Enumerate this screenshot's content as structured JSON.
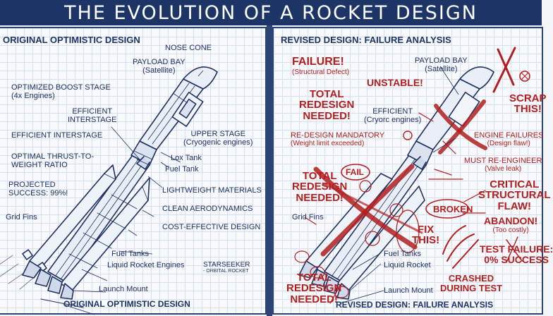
{
  "banner": {
    "title": "THE EVOLUTION OF A ROCKET DESIGN"
  },
  "left": {
    "header": "ORIGINAL OPTIMISTIC DESIGN",
    "footer": "ORIGINAL OPTIMISTIC DESIGN",
    "labels": {
      "nose_cone": "NOSE CONE",
      "payload_bay": "PAYLOAD BAY",
      "payload_bay_sub": "(Satellite)",
      "boost_stage": "OPTIMIZED BOOST STAGE",
      "boost_stage_sub": "(4x Engines)",
      "efficient_interstage_1a": "EFFICIENT",
      "efficient_interstage_1b": "INTERSTAGE",
      "upper_stage": "UPPER STAGE",
      "upper_stage_sub": "(Cryogenic engines)",
      "efficient_interstage_2": "EFFICIENT INTERSTAGE",
      "lox_tank": "Lox Tank",
      "thrust_ratio_a": "OPTIMAL THRUST-TO-",
      "thrust_ratio_b": "WEIGHT RATIO",
      "fuel_tank": "Fuel Tank",
      "projected_a": "PROJECTED",
      "projected_b": "SUCCESS: 99%!",
      "lightweight": "LIGHTWEIGHT MATERIALS",
      "aerodynamics": "CLEAN AERODYNAMICS",
      "cost": "COST-EFFECTIVE DESIGN",
      "grid_fins": "Grid Fins",
      "fuel_tanks": "Fuel Tanks",
      "engines": "Liquid Rocket Engines",
      "brand": "STARSEEKER",
      "brand_sub": "- ORBITAL ROCKET",
      "launch_mount": "Launch Mount"
    }
  },
  "right": {
    "header": "REVISED DESIGN: FAILURE ANALYSIS",
    "footer": "REVISED DESIGN: FAILURE ANALYSIS",
    "labels": {
      "failure": "FAILURE!",
      "failure_sub": "(Structural Defect)",
      "payload_bay": "PAYLOAD BAY",
      "payload_bay_sub": "(Satellite)",
      "unstable": "UNSTABLE!",
      "total_redesign_a": "TOTAL",
      "total_redesign_b": "REDESIGN",
      "total_redesign_c": "NEEDED!",
      "efficient": "EFFICIENT",
      "efficient_sub": "(Cryorc engines)",
      "scrap_a": "SCRAP",
      "scrap_b": "THIS!",
      "redesign_mandatory": "RE-DESIGN MANDATORY",
      "redesign_mandatory_sub": "(Weight limit exceeded)",
      "engine_failures": "ENGINE FAILURES",
      "engine_failures_sub": "(Design flaw!)",
      "must_reengineer": "MUST RE-ENGINEER",
      "must_reengineer_sub": "(Valve leak)",
      "total2_a": "TOTAL",
      "total2_b": "REDESIGN",
      "total2_c": "NEEDED!",
      "fail": "FAIL",
      "critical_a": "CRITICAL",
      "critical_b": "STRUCTURAL",
      "critical_c": "FLAW!",
      "grid_fins": "Grid Fins",
      "broken": "BROKEN",
      "abandon": "ABANDON!",
      "abandon_sub": "(Too costly)",
      "fix_a": "FIX",
      "fix_b": "THIS!",
      "fuel_tanks": "Fuel Tanks",
      "liquid_rocket": "Liquid Rocket",
      "test_failure_a": "TEST FAILURE:",
      "test_failure_b": "0% SUCCESS",
      "total3_a": "TOTAL",
      "total3_b": "REDESIGN",
      "total3_c": "NEEDED!",
      "crashed_a": "CRASHED",
      "crashed_b": "DURING TEST",
      "launch_mount": "Launch Mount"
    }
  },
  "colors": {
    "navy": "#1d3566",
    "ink": "#1f3161",
    "red": "#b21f1f",
    "grid": "#d7e0ee"
  }
}
